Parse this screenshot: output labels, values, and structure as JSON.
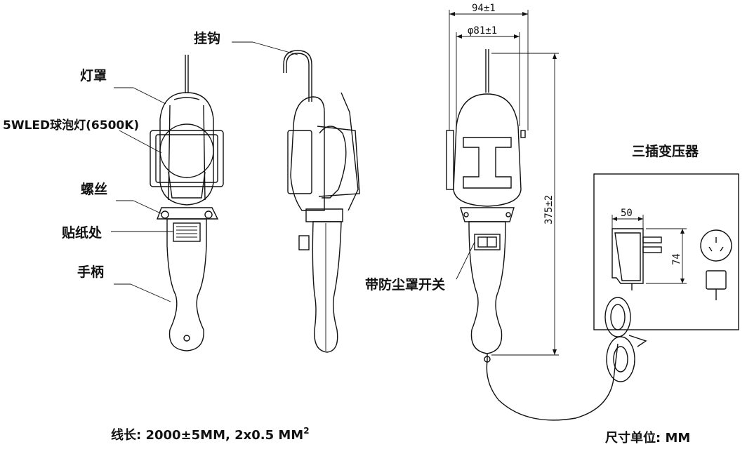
{
  "labels": {
    "hook": "挂钩",
    "lamp_cover": "灯罩",
    "bulb": "5WLED球泡灯(6500K)",
    "screw": "螺丝",
    "sticker": "贴纸处",
    "handle": "手柄",
    "switch": "带防尘罩开关",
    "transformer": "三插变压器"
  },
  "dimensions": {
    "outer_width": "94±1",
    "inner_diameter": "φ81±1",
    "height": "375±2",
    "adapter_width": "50",
    "adapter_height": "74"
  },
  "notes": {
    "cable_prefix": "线长: 2000±5MM, 2x0.5  MM",
    "cable_sup": "2",
    "unit": "尺寸单位: MM"
  }
}
